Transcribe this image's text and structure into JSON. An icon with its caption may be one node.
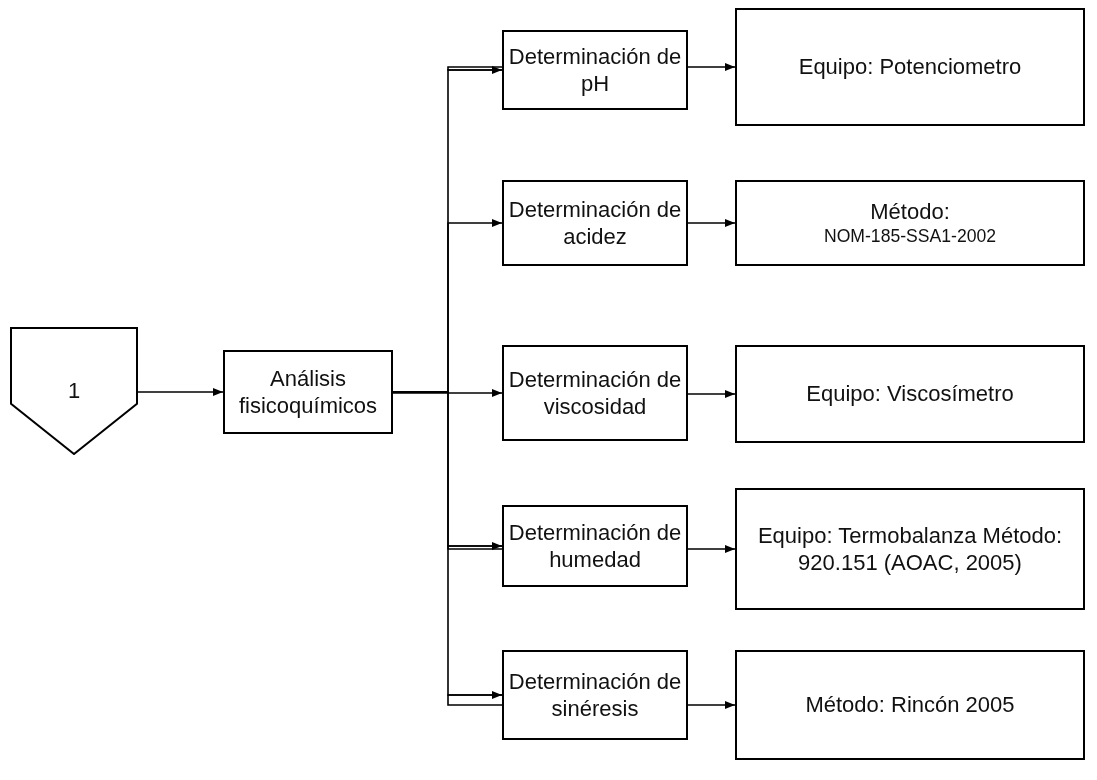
{
  "diagram": {
    "nodes": [
      {
        "text": [
          "1"
        ]
      },
      {
        "text": [
          "Análisis fisicoquímicos"
        ]
      },
      {
        "text": [
          "Determinación de pH"
        ]
      },
      {
        "text": [
          "Determinación de acidez"
        ]
      },
      {
        "text": [
          "Determinación de viscosidad"
        ]
      },
      {
        "text": [
          "Determinación de humedad"
        ]
      },
      {
        "text": [
          "Determinación de sinéresis"
        ]
      },
      {
        "text": [
          "Equipo: Potenciometro"
        ]
      },
      {
        "text": [
          "Método:",
          "NOM-185-SSA1-2002"
        ]
      },
      {
        "text": [
          "Equipo: Viscosímetro"
        ]
      },
      {
        "text": [
          "Equipo: Termobalanza Método: 920.151 (AOAC, 2005)"
        ]
      },
      {
        "text": [
          "Método: Rincón 2005"
        ]
      }
    ],
    "edges": [
      {
        "from": 0,
        "to": 1,
        "arrow": "to"
      },
      {
        "from": 1,
        "to": 2,
        "arrow": "to"
      },
      {
        "from": 1,
        "to": 3,
        "arrow": "to"
      },
      {
        "from": 1,
        "to": 4,
        "arrow": "to"
      },
      {
        "from": 1,
        "to": 5,
        "arrow": "to"
      },
      {
        "from": 1,
        "to": 6,
        "arrow": "to"
      },
      {
        "from": 2,
        "to": 7,
        "arrow": "to"
      },
      {
        "from": 3,
        "to": 8,
        "arrow": "to"
      },
      {
        "from": 4,
        "to": 9,
        "arrow": "to"
      },
      {
        "from": 5,
        "to": 10,
        "arrow": "to"
      },
      {
        "from": 6,
        "to": 11,
        "arrow": "to"
      }
    ]
  }
}
